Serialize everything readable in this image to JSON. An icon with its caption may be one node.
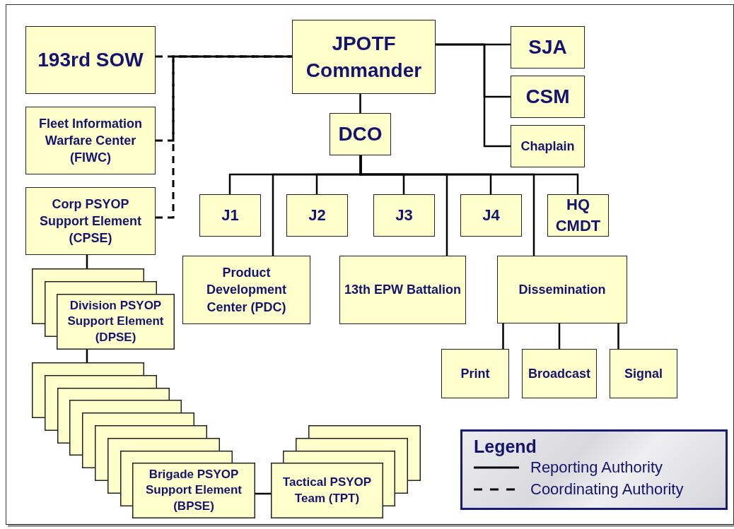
{
  "diagram": {
    "nodes": [
      {
        "text": [
          "193rd SOW"
        ]
      },
      {
        "text": [
          "JPOTF Commander"
        ]
      },
      {
        "text": [
          "SJA"
        ]
      },
      {
        "text": [
          "CSM"
        ]
      },
      {
        "text": [
          "Chaplain"
        ]
      },
      {
        "text": [
          "DCO"
        ]
      },
      {
        "text": [
          "Fleet Information Warfare Center (FIWC)"
        ]
      },
      {
        "text": [
          "Corp PSYOP Support Element (CPSE)"
        ]
      },
      {
        "text": [
          "J1"
        ]
      },
      {
        "text": [
          "J2"
        ]
      },
      {
        "text": [
          "J3"
        ]
      },
      {
        "text": [
          "J4"
        ]
      },
      {
        "text": [
          "HQ CMDT"
        ]
      },
      {
        "text": [
          "Product Development Center (PDC)"
        ]
      },
      {
        "text": [
          "13th EPW Battalion"
        ]
      },
      {
        "text": [
          "Dissemination"
        ]
      },
      {
        "text": [
          "Print"
        ]
      },
      {
        "text": [
          "Broadcast"
        ]
      },
      {
        "text": [
          "Signal"
        ]
      },
      {
        "text": [
          "Division PSYOP Support Element (DPSE)"
        ]
      },
      {
        "text": [
          "Brigade PSYOP Support Element (BPSE)"
        ]
      },
      {
        "text": [
          "Tactical PSYOP Team (TPT)"
        ]
      }
    ],
    "edges": [
      {
        "from": 0,
        "to": 1,
        "arrow": "none",
        "style": "dashed"
      },
      {
        "from": 6,
        "to": 1,
        "arrow": "none",
        "style": "dashed"
      },
      {
        "from": 7,
        "to": 1,
        "arrow": "none",
        "style": "dashed"
      },
      {
        "from": 1,
        "to": 2,
        "arrow": "none"
      },
      {
        "from": 1,
        "to": 3,
        "arrow": "none"
      },
      {
        "from": 1,
        "to": 4,
        "arrow": "none"
      },
      {
        "from": 1,
        "to": 5,
        "arrow": "none"
      },
      {
        "from": 5,
        "to": 8,
        "arrow": "none"
      },
      {
        "from": 5,
        "to": 9,
        "arrow": "none"
      },
      {
        "from": 5,
        "to": 10,
        "arrow": "none"
      },
      {
        "from": 5,
        "to": 11,
        "arrow": "none"
      },
      {
        "from": 5,
        "to": 12,
        "arrow": "none"
      },
      {
        "from": 5,
        "to": 13,
        "arrow": "none"
      },
      {
        "from": 5,
        "to": 14,
        "arrow": "none"
      },
      {
        "from": 5,
        "to": 15,
        "arrow": "none"
      },
      {
        "from": 15,
        "to": 16,
        "arrow": "none"
      },
      {
        "from": 15,
        "to": 17,
        "arrow": "none"
      },
      {
        "from": 15,
        "to": 18,
        "arrow": "none"
      },
      {
        "from": 7,
        "to": 19,
        "arrow": "none"
      },
      {
        "from": 19,
        "to": 20,
        "arrow": "none"
      },
      {
        "from": 20,
        "to": 21,
        "arrow": "none"
      }
    ],
    "labels": [
      "Legend"
    ],
    "legend": [
      {
        "text": "Reporting Authority"
      },
      {
        "text": "Coordinating Authority"
      }
    ]
  }
}
